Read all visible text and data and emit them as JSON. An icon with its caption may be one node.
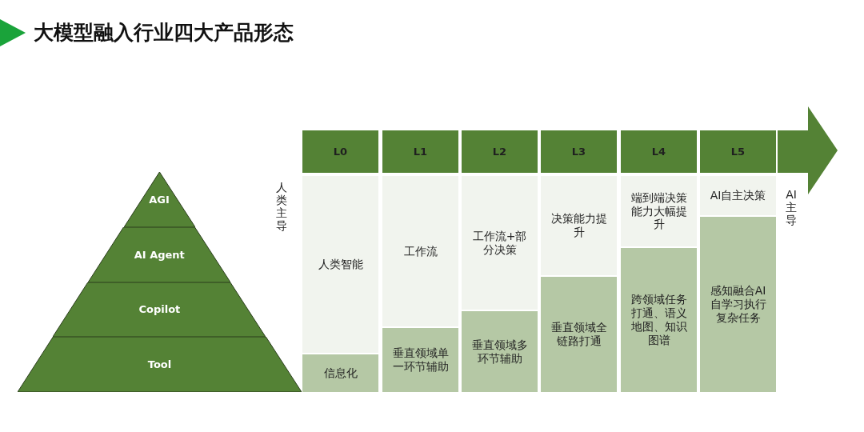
{
  "diagram": {
    "title": "大模型融入行业四大产品形态",
    "nodes": [
      {
        "text": [
          "AGI"
        ]
      },
      {
        "text": [
          "AI Agent"
        ]
      },
      {
        "text": [
          "Copilot"
        ]
      },
      {
        "text": [
          "Tool"
        ]
      },
      {
        "text": [
          "L0"
        ]
      },
      {
        "text": [
          "L1"
        ]
      },
      {
        "text": [
          "L2"
        ]
      },
      {
        "text": [
          "L3"
        ]
      },
      {
        "text": [
          "L4"
        ]
      },
      {
        "text": [
          "L5"
        ]
      },
      {
        "text": [
          "人类智能"
        ]
      },
      {
        "text": [
          "工作流"
        ]
      },
      {
        "text": [
          "工作流+部分决策"
        ]
      },
      {
        "text": [
          "决策能力提升"
        ]
      },
      {
        "text": [
          "端到端决策能力大幅提升"
        ]
      },
      {
        "text": [
          "AI自主决策"
        ]
      },
      {
        "text": [
          "信息化"
        ]
      },
      {
        "text": [
          "垂直领域单一环节辅助"
        ]
      },
      {
        "text": [
          "垂直领域多环节辅助"
        ]
      },
      {
        "text": [
          "垂直领域全链路打通"
        ]
      },
      {
        "text": [
          "跨领域任务打通、语义地图、知识图谱"
        ]
      },
      {
        "text": [
          "感知融合AI自学习执行复杂任务"
        ]
      }
    ],
    "edges": [],
    "labels": [
      "人类主导",
      "AI主导"
    ]
  }
}
